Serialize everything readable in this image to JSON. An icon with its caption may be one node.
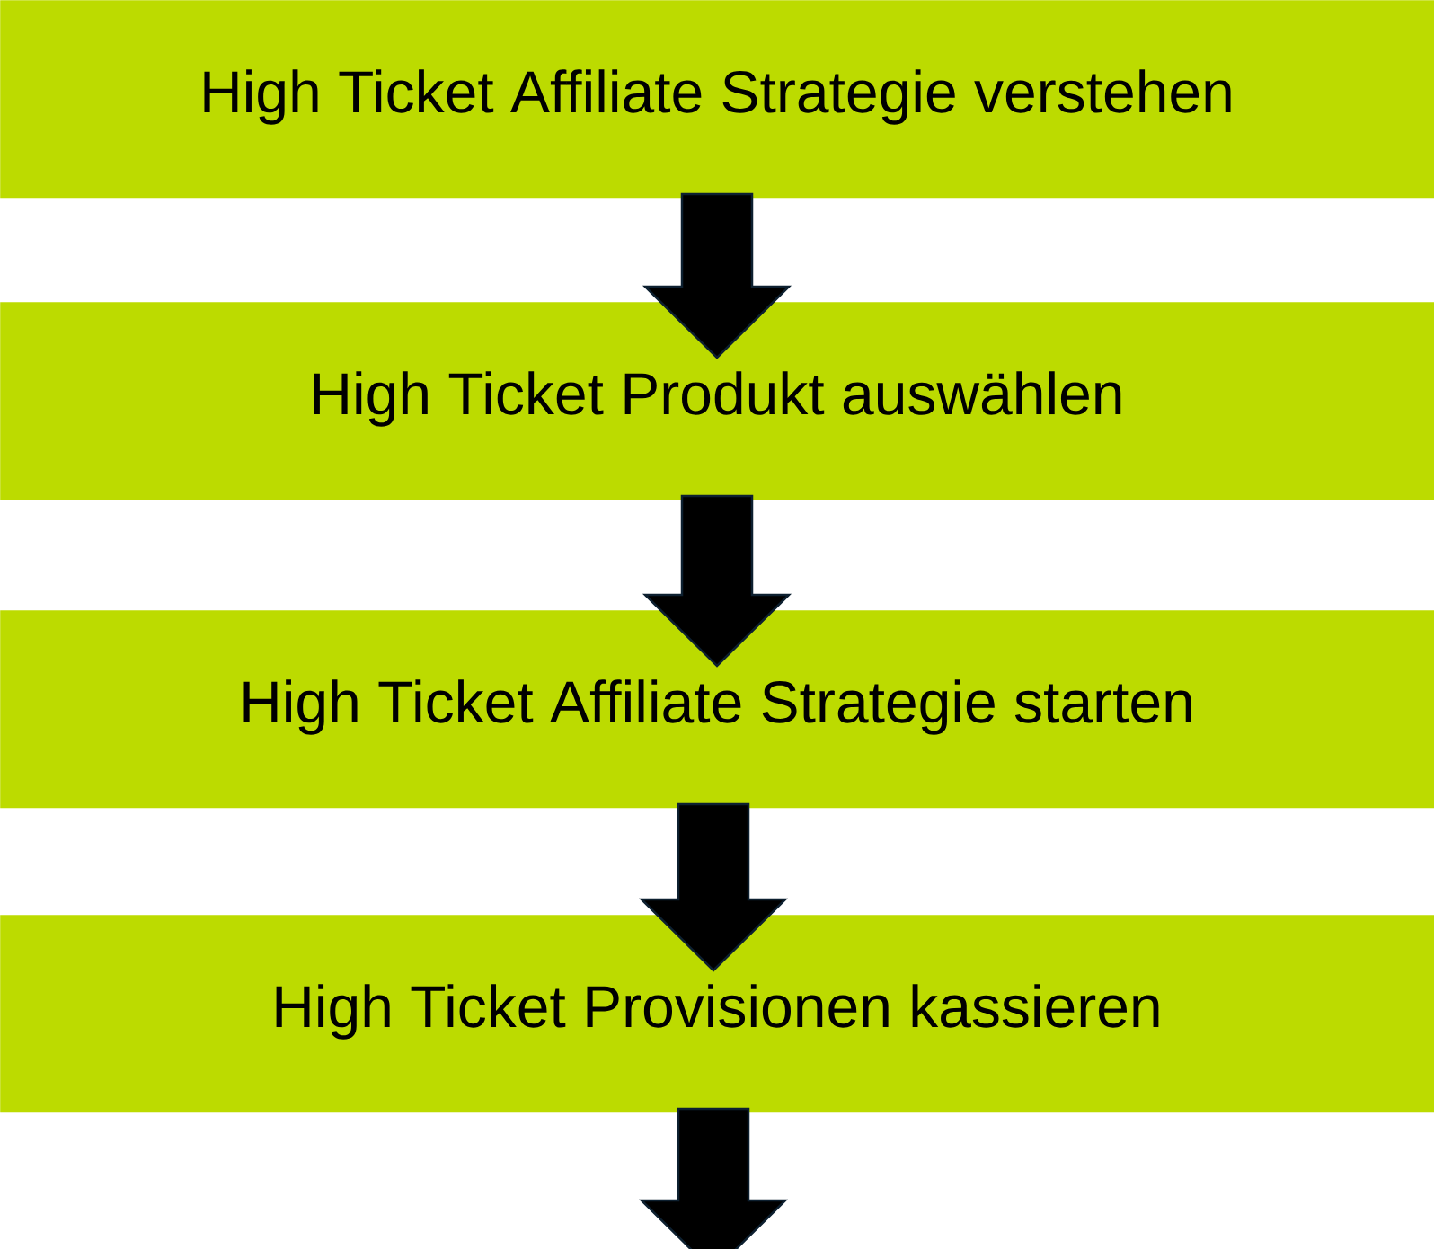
{
  "diagram": {
    "nodes": [
      {
        "text": [
          "High Ticket Affiliate Strategie verstehen"
        ]
      },
      {
        "text": [
          "High Ticket Produkt auswählen"
        ]
      },
      {
        "text": [
          "High Ticket Affiliate Strategie starten"
        ]
      },
      {
        "text": [
          "High Ticket Provisionen kassieren"
        ]
      }
    ],
    "edges": [
      {
        "from": 0,
        "to": 1,
        "arrow": "to"
      },
      {
        "from": 1,
        "to": 2,
        "arrow": "to"
      },
      {
        "from": 2,
        "to": 3,
        "arrow": "to"
      },
      {
        "from": 3,
        "to": null,
        "arrow": "to"
      }
    ]
  }
}
